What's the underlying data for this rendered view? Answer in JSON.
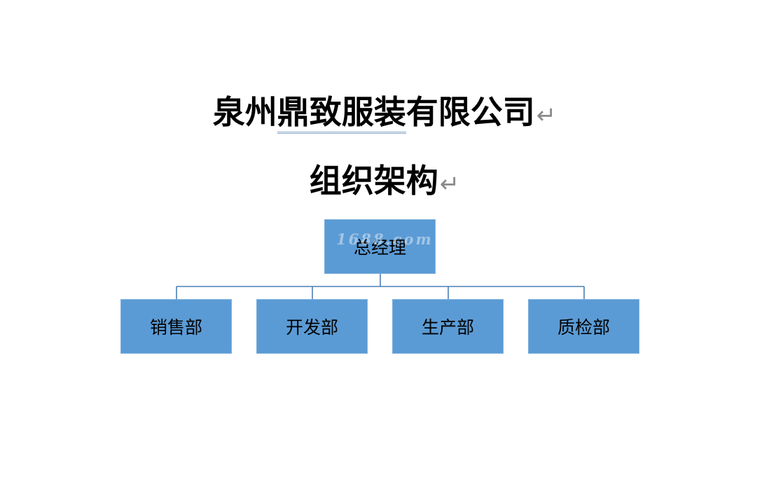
{
  "document": {
    "company_name_prefix": "泉州",
    "company_name_underlined": "鼎致服装",
    "company_name_suffix": "有限公司",
    "subtitle": "组织架构",
    "paragraph_mark": "↵"
  },
  "org_chart": {
    "root": {
      "label": "总经理"
    },
    "departments": [
      {
        "label": "销售部"
      },
      {
        "label": "开发部"
      },
      {
        "label": "生产部"
      },
      {
        "label": "质检部"
      }
    ],
    "box_color": "#5b9bd5",
    "line_color": "#4a7fb5"
  },
  "watermark": {
    "text": "1688.com"
  }
}
